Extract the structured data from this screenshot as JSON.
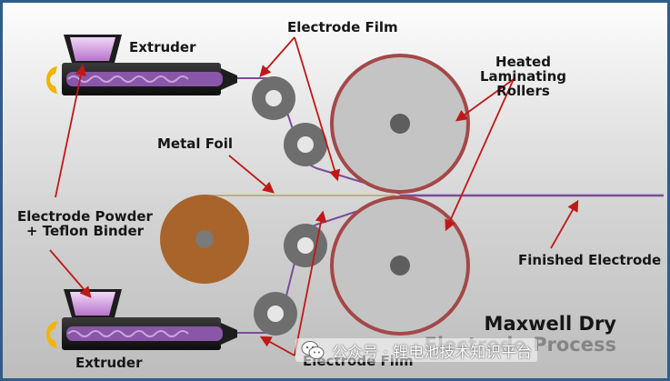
{
  "labels": {
    "extruder_top": "Extruder",
    "extruder_bottom": "Extruder",
    "electrode_film_top": "Electrode Film",
    "electrode_film_bottom": "Electrode Film",
    "heated_laminating_rollers": [
      "Heated",
      "Laminating",
      "Rollers"
    ],
    "metal_foil": "Metal Foil",
    "electrode_powder": [
      "Electrode Powder",
      "+ Teflon Binder"
    ],
    "finished_electrode": "Finished Electrode",
    "brand_line1": "Maxwell Dry",
    "brand_line2": "Electrode Process"
  },
  "watermark": {
    "text": "公众号 · 锂电池技术知识平台"
  },
  "colors": {
    "border": "#2f5d8a",
    "roller_fill": "#c4c4c4",
    "roller_rim": "#a44848",
    "small_roller": "#6e6e6e",
    "foil_roll": "#a8642a",
    "film": "#7a4c9a",
    "arrow": "#c01818",
    "extruder_body": "#1d1d1d",
    "hopper": "#d7a3e6",
    "handle": "#f2b400"
  }
}
